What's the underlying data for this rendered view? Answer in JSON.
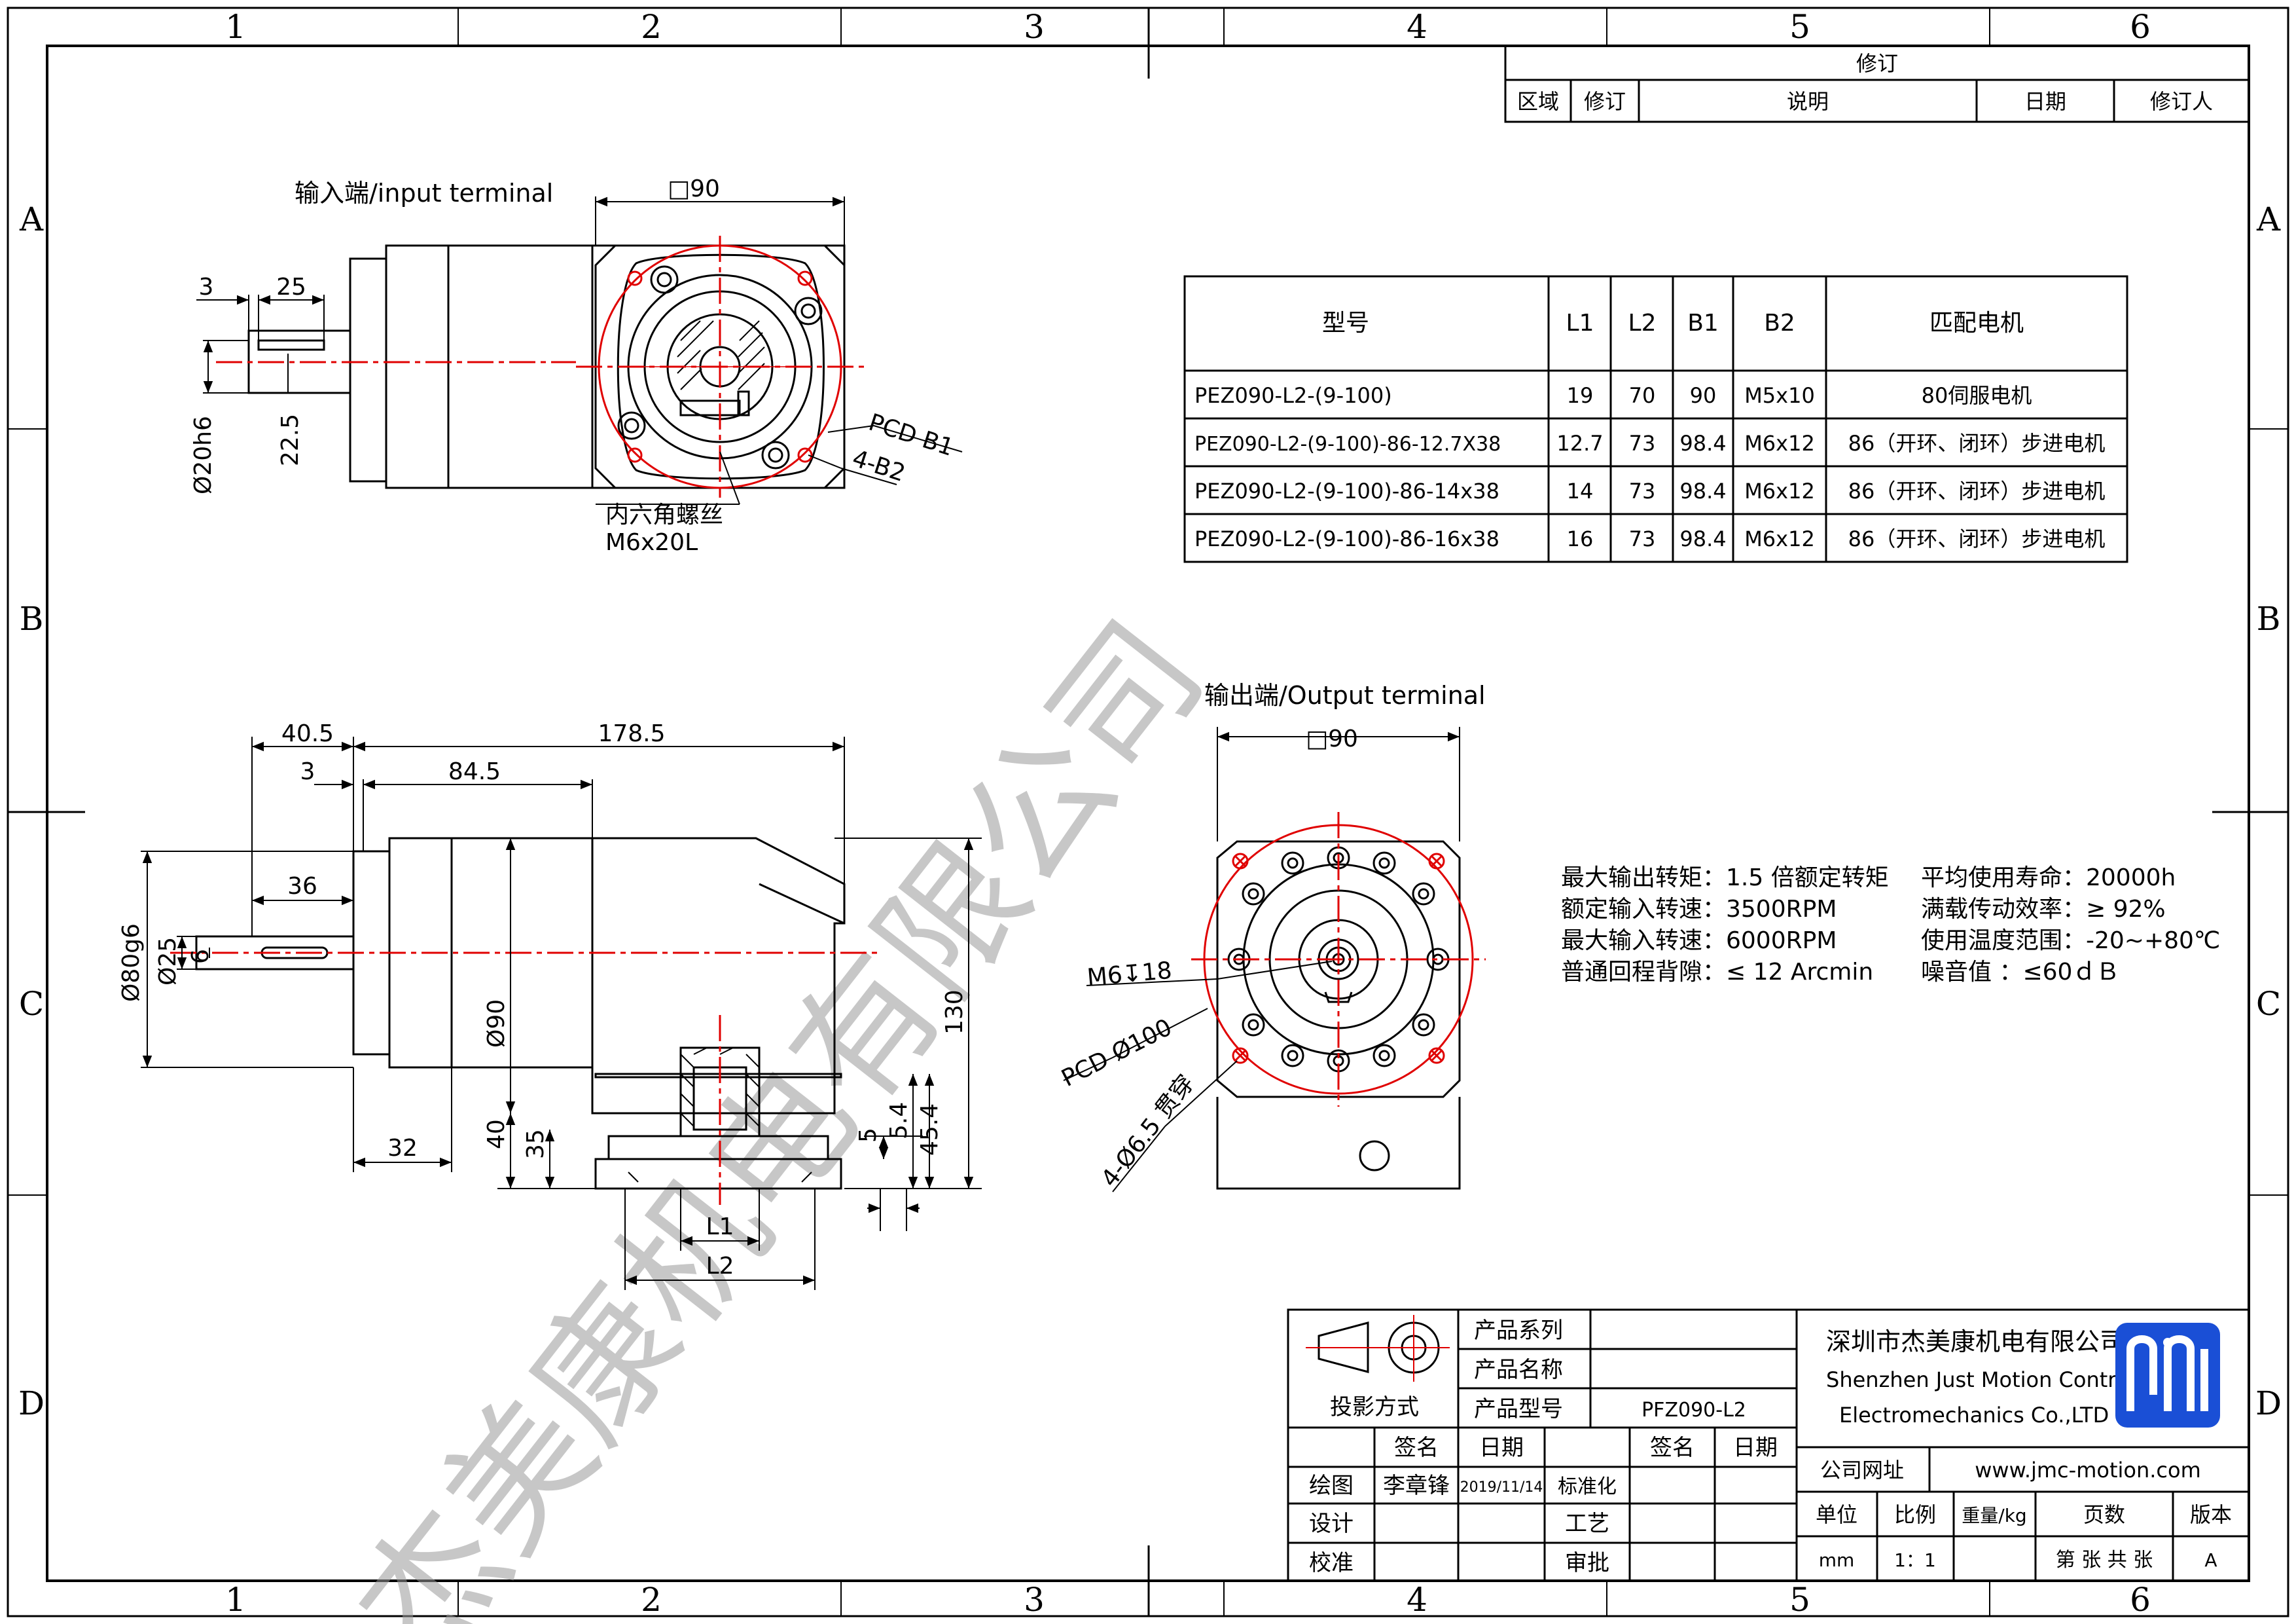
{
  "frame": {
    "cols": [
      "1",
      "2",
      "3",
      "4",
      "5",
      "6"
    ],
    "rows": [
      "A",
      "B",
      "C",
      "D"
    ]
  },
  "revision": {
    "title": "修订",
    "headers": [
      "区域",
      "修订",
      "说明",
      "日期",
      "修订人"
    ]
  },
  "views": {
    "input_label": "输入端/input terminal",
    "output_label": "输出端/Output terminal",
    "input_dims": {
      "sq90": "□90",
      "d3": "3",
      "d25": "25",
      "d20h6": "Ø20h6",
      "d22_5": "22.5",
      "pcd": "PCD B1",
      "holes": "4-B2",
      "screw_label": "内六角螺丝",
      "screw_spec": "M6x20L"
    },
    "side_dims": {
      "d40_5": "40.5",
      "d178_5": "178.5",
      "d3": "3",
      "d84_5": "84.5",
      "d36": "36",
      "d80g6": "Ø80g6",
      "d25": "Ø25",
      "d6": "6",
      "d90": "Ø90",
      "d130": "130",
      "d32": "32",
      "d40": "40",
      "d35": "35",
      "d5": "5",
      "d5_4": "5.4",
      "d45_4": "45.4",
      "L1": "L1",
      "L2": "L2"
    },
    "output_dims": {
      "sq90": "□90",
      "m6": "M6↧18",
      "pcd": "PCD Ø100",
      "holes": "4-Ø6.5 贯穿"
    }
  },
  "spec_table": {
    "headers": [
      "型号",
      "L1",
      "L2",
      "B1",
      "B2",
      "匹配电机"
    ],
    "rows": [
      [
        "PEZ090-L2-(9-100)",
        "19",
        "70",
        "90",
        "M5x10",
        "80伺服电机"
      ],
      [
        "PEZ090-L2-(9-100)-86-12.7X38",
        "12.7",
        "73",
        "98.4",
        "M6x12",
        "86（开环、闭环）步进电机"
      ],
      [
        "PEZ090-L2-(9-100)-86-14x38",
        "14",
        "73",
        "98.4",
        "M6x12",
        "86（开环、闭环）步进电机"
      ],
      [
        "PEZ090-L2-(9-100)-86-16x38",
        "16",
        "73",
        "98.4",
        "M6x12",
        "86（开环、闭环）步进电机"
      ]
    ]
  },
  "specs": {
    "left": [
      "最大输出转矩：1.5 倍额定转矩",
      "额定输入转速：3500RPM",
      "最大输入转速：6000RPM",
      "普通回程背隙：≤ 12 Arcmin"
    ],
    "right": [
      "平均使用寿命：20000h",
      "满载传动效率：≥   92%",
      "使用温度范围：-20~+80℃",
      "噪音值         ：≤60ｄＢ"
    ]
  },
  "watermark": "杰美康机电有限公司",
  "title_block": {
    "projection": "投影方式",
    "series_label": "产品系列",
    "name_label": "产品名称",
    "model_label": "产品型号",
    "model_value": "PFZ090-L2",
    "sign": "签名",
    "date": "日期",
    "sign2": "签名",
    "date2": "日期",
    "draw": "绘图",
    "drawer": "李章锋",
    "draw_date": "2019/11/14",
    "standard": "标准化",
    "design": "设计",
    "process": "工艺",
    "check": "校准",
    "approve": "审批",
    "company_cn": "深圳市杰美康机电有限公司",
    "company_en1": "Shenzhen Just Motion Control",
    "company_en2": "Electromechanics Co.,LTD",
    "website_label": "公司网址",
    "website": "www.jmc-motion.com",
    "unit_label": "单位",
    "scale_label": "比例",
    "weight_label": "重量/kg",
    "pages_label": "页数",
    "version_label": "版本",
    "unit": "mm",
    "scale": "1：1",
    "pages": "第 张 共 张",
    "version": "A"
  },
  "colors": {
    "line": "#000000",
    "center": "#e00000",
    "logo": "#1a4fd6",
    "watermark": "#9a9a9a"
  }
}
